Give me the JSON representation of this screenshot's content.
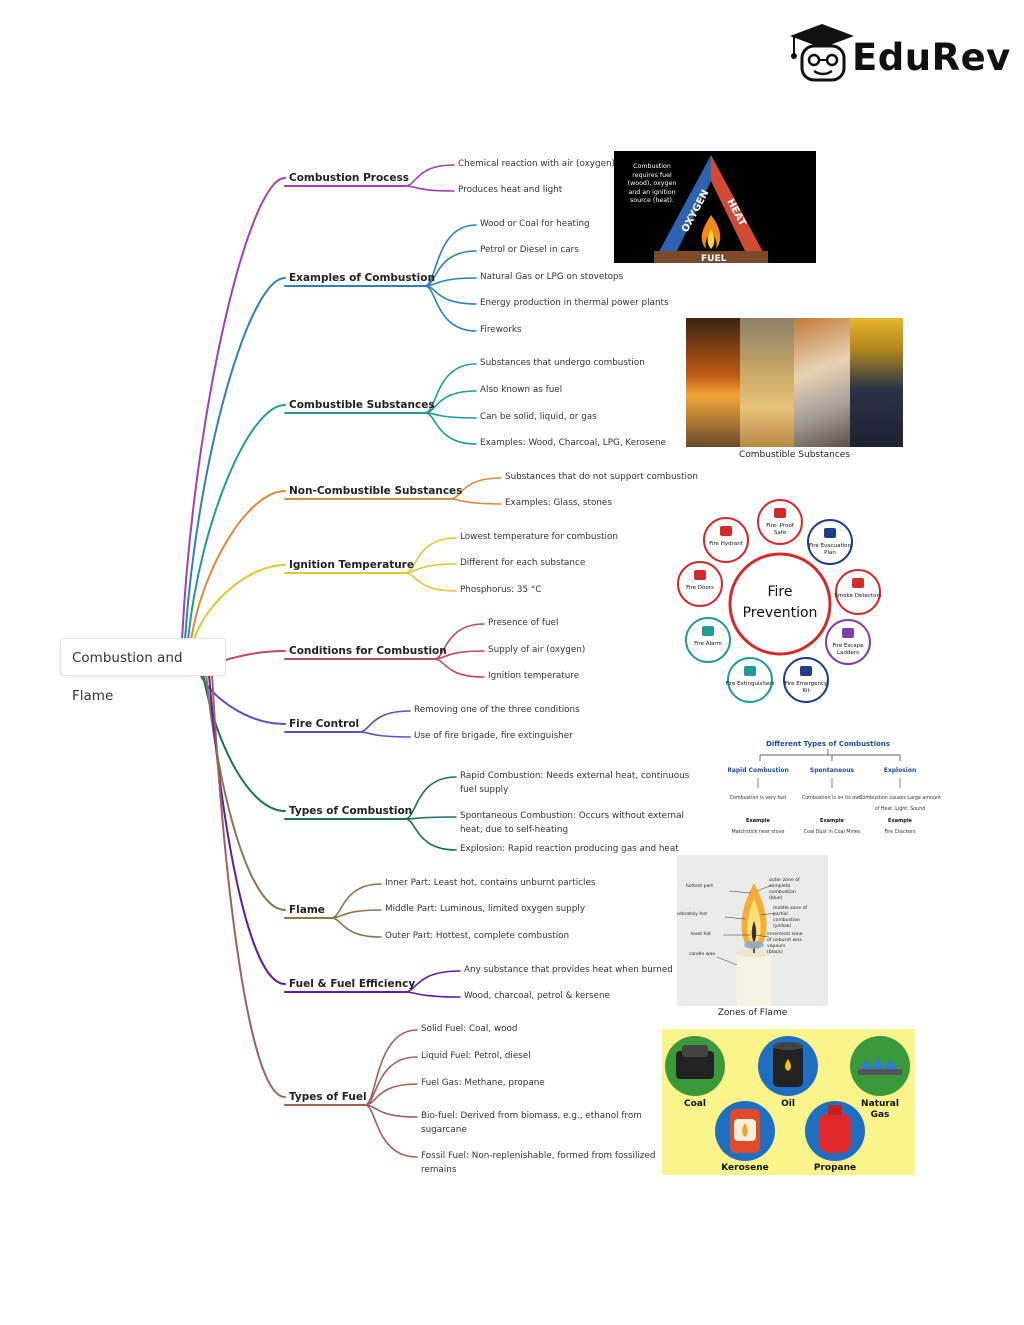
{
  "brand": {
    "name": "EduRev"
  },
  "root": {
    "label": "Combustion and Flame"
  },
  "branches": [
    {
      "id": "combustion-process",
      "label": "Combustion Process",
      "color": "#a33fb5",
      "children": [
        "Chemical reaction with air (oxygen)",
        "Produces heat and light"
      ]
    },
    {
      "id": "examples-of-combustion",
      "label": "Examples of Combustion",
      "color": "#2f7fc0",
      "children": [
        "Wood or Coal for heating",
        "Petrol or Diesel in cars",
        "Natural Gas or LPG on stovetops",
        "Energy production in thermal power plants",
        "Fireworks"
      ]
    },
    {
      "id": "combustible-substances",
      "label": "Combustible Substances",
      "color": "#1f9c94",
      "children": [
        "Substances that undergo combustion",
        "Also known as fuel",
        "Can be solid, liquid, or gas",
        "Examples: Wood, Charcoal, LPG, Kerosene"
      ]
    },
    {
      "id": "non-combustible-substances",
      "label": "Non-Combustible Substances",
      "color": "#e0893a",
      "children": [
        "Substances that do not support combustion",
        "Examples: Glass, stones"
      ]
    },
    {
      "id": "ignition-temperature",
      "label": "Ignition Temperature",
      "color": "#e6c630",
      "children": [
        "Lowest temperature for combustion",
        "Different for each substance",
        "Phosphorus: 35 °C"
      ]
    },
    {
      "id": "conditions-for-combustion",
      "label": "Conditions for Combustion",
      "color": "#c04a5e",
      "children": [
        "Presence of fuel",
        "Supply of air (oxygen)",
        "Ignition temperature"
      ]
    },
    {
      "id": "fire-control",
      "label": "Fire Control",
      "color": "#5a4fc2",
      "children": [
        "Removing one of the three conditions",
        "Use of fire brigade,  fire extinguisher"
      ]
    },
    {
      "id": "types-of-combustion",
      "label": "Types of Combustion",
      "color": "#1c6e5a",
      "children": [
        "Rapid Combustion: Needs external heat, continuous fuel supply",
        "Spontaneous Combustion: Occurs without external heat, due to self-heating",
        "Explosion: Rapid reaction producing gas and heat"
      ]
    },
    {
      "id": "flame",
      "label": "Flame",
      "color": "#8a7650",
      "children": [
        "Inner Part: Least hot, contains unburnt particles",
        "Middle Part: Luminous, limited oxygen supply",
        "Outer Part: Hottest, complete combustion"
      ]
    },
    {
      "id": "fuel-efficiency",
      "label": "Fuel & Fuel Efficiency",
      "color": "#5a1ea6",
      "children": [
        "Any substance that provides heat when burned",
        "Wood, charcoal, petrol & kersene"
      ]
    },
    {
      "id": "types-of-fuel",
      "label": "Types of Fuel",
      "color": "#a0605a",
      "children": [
        "Solid Fuel: Coal, wood",
        "Liquid Fuel: Petrol, diesel",
        "Fuel Gas: Methane, propane",
        "Bio-fuel: Derived from biomass, e.g., ethanol from sugarcane",
        "Fossil Fuel: Non-replenishable, formed from fossilized remains"
      ]
    }
  ],
  "fire_triangle": {
    "note": "Combustion requires fuel (wood), oxygen and an ignition source (heat).",
    "oxygen": "OXYGEN",
    "heat": "HEAT",
    "fuel": "FUEL"
  },
  "combustible_photo": {
    "caption": "Combustible Substances"
  },
  "fire_prevention": {
    "center_line1": "Fire",
    "center_line2": "Prevention",
    "items": [
      "Fire- Proof Safe",
      "Fire Evacuation Plan",
      "Smoke Detectors",
      "Fire Escape Ladders",
      "Fire Emergency Kit",
      "Fire Extinguishers",
      "Fire Alarm",
      "Fire Doors",
      "Fire Hydrant"
    ]
  },
  "types_table": {
    "title": "Different Types of  Combustions",
    "cols": [
      {
        "name": "Rapid Combustion",
        "desc": "Combustion is very fast",
        "ex_label": "Example",
        "ex": "Matchstick near stove"
      },
      {
        "name": "Spontaneous",
        "desc": "Combustion is on its own",
        "ex_label": "Example",
        "ex": "Coal Dust in Coal Mines"
      },
      {
        "name": "Explosion",
        "desc": "Combustion causes Large amount of Heat, Light, Sound",
        "ex_label": "Example",
        "ex": "Fire Crackers"
      }
    ]
  },
  "flame_zones": {
    "caption": "Zones of Flame",
    "labels": {
      "hottest": "hottest part",
      "moderately": "moderately hot",
      "least": "least hot",
      "wax": "candle wax",
      "outer": "outer zone of complete combustion (blue)",
      "middle": "middle zone of partial combustion (yellow)",
      "inner": "innermost zone of unburnt wax vapours (black)"
    }
  },
  "fuels_panel": {
    "items": [
      "Coal",
      "Oil",
      "Natural Gas",
      "Kerosene",
      "Propane"
    ]
  }
}
